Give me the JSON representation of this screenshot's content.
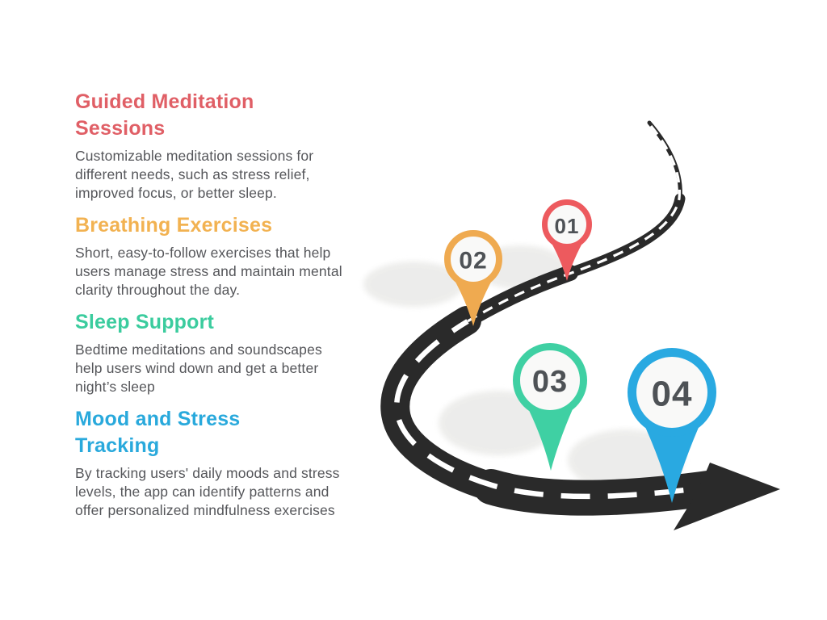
{
  "page": {
    "background_color": "#ffffff",
    "body_text_color": "#55565a"
  },
  "sections": [
    {
      "number": "01",
      "title": "Guided Meditation Sessions",
      "color": "#e05f66",
      "description": "Customizable meditation sessions for different needs, such as stress relief, improved focus, or better sleep."
    },
    {
      "number": "02",
      "title": "Breathing Exercises",
      "color": "#f2b251",
      "description": "Short, easy-to-follow exercises that help users manage stress and maintain mental clarity throughout the day."
    },
    {
      "number": "03",
      "title": "Sleep Support",
      "color": "#3bcc9e",
      "description": "Bedtime meditations and soundscapes help users wind down and get a better night’s sleep"
    },
    {
      "number": "04",
      "title": "Mood and Stress Tracking",
      "color": "#29a9dc",
      "description": "By tracking users' daily moods and stress levels, the app can identify patterns and offer personalized mindfulness exercises"
    }
  ],
  "roadmap": {
    "road_color": "#2a2a2a",
    "dash_color": "#ffffff",
    "pin_inner_color": "#f9f9f8",
    "number_color": "#4e5256",
    "shadow_color": "#ebebe9",
    "markers": [
      {
        "number": "01",
        "color": "#ed5a5e"
      },
      {
        "number": "02",
        "color": "#efaa50"
      },
      {
        "number": "03",
        "color": "#3fd0a3"
      },
      {
        "number": "04",
        "color": "#29a9e1"
      }
    ]
  }
}
